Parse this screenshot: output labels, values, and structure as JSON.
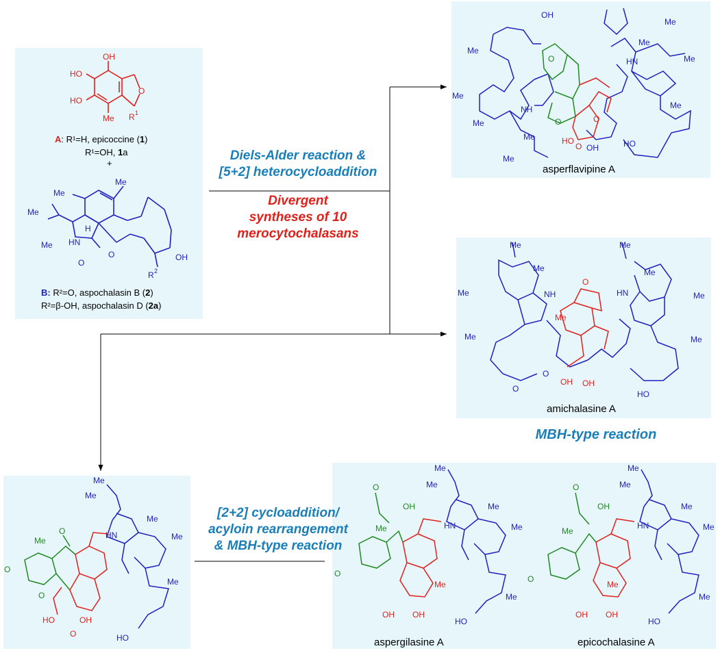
{
  "start_panel": {
    "A_label": "A",
    "A_text": ": R¹=H, epicoccine (",
    "A_num": "1",
    "A_close": ")",
    "A2_text": "R¹=OH, ",
    "A2_num": "1",
    "A2_suffix": "a",
    "plus": "+",
    "B_label": "B:",
    "B_text": " R²=O, aspochalasin B (",
    "B_num": "2",
    "B_close": ")",
    "B2_text": "R²=β-OH, aspochalasin D (",
    "B2_num": "2a",
    "B2_close": ")"
  },
  "reactions": {
    "top_blue_1": "Diels-Alder reaction &",
    "top_blue_2": "[5+2] heterocycloaddition",
    "red_1": "Divergent",
    "red_2": "syntheses of 10",
    "red_3": "merocytochalasans",
    "mbh": "MBH-type reaction",
    "bottom_1": "[2+2] cycloaddition/",
    "bottom_2": "acyloin rearrangement",
    "bottom_3": "& MBH-type reaction"
  },
  "products": {
    "p1": "asperflavipine A",
    "p2": "amichalasine A",
    "p3": "aspergilasine A",
    "p4": "epicochalasine A"
  },
  "colors": {
    "panel_bg": "#e6f6fb",
    "blue_structure": "#1f1fbf",
    "red_structure": "#e0201b",
    "green_structure": "#1f8a1f",
    "reaction_blue": "#1a7fb8"
  }
}
